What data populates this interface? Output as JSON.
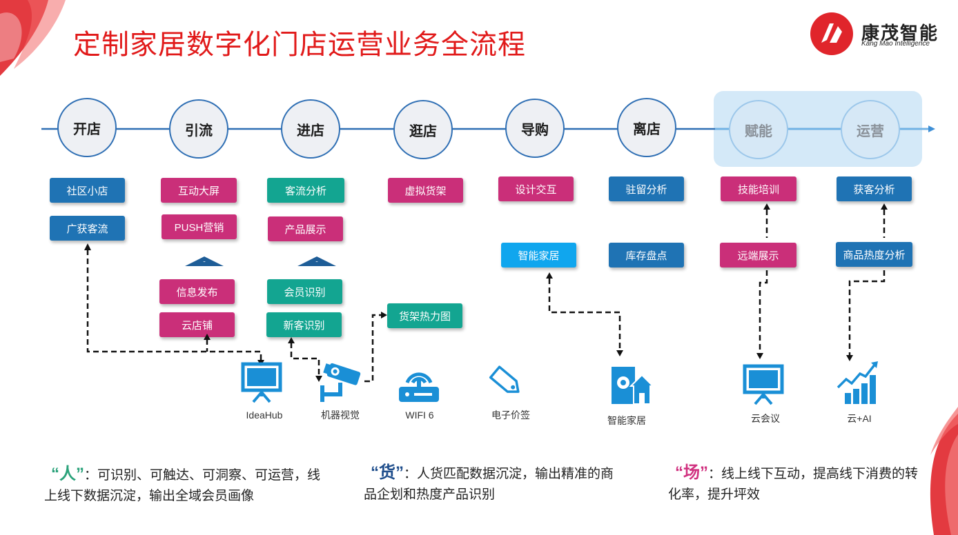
{
  "title": "定制家居数字化门店运营业务全流程",
  "logo": {
    "name": "康茂智能",
    "sub": "Kang Mao Intelligence"
  },
  "stages": [
    "开店",
    "引流",
    "进店",
    "逛店",
    "导购",
    "离店",
    "赋能",
    "运营"
  ],
  "tags": {
    "shequ": "社区小店",
    "guanghuo": "广获客流",
    "hudong": "互动大屏",
    "push": "PUSH营销",
    "xinxi": "信息发布",
    "yundian": "云店铺",
    "keliu": "客流分析",
    "chanpin": "产品展示",
    "huiyuan": "会员识别",
    "xinke": "新客识别",
    "huojia": "虚拟货架",
    "relitu": "货架热力图",
    "sheji": "设计交互",
    "zhineng": "智能家居",
    "zhuliu": "驻留分析",
    "kucun": "库存盘点",
    "jineng": "技能培训",
    "yuanduan": "远端展示",
    "huoke": "获客分析",
    "redu": "商品热度分析"
  },
  "icons": {
    "ideahub": "IdeaHub",
    "jiqi": "机器视觉",
    "wifi": "WIFI 6",
    "jiaqian": "电子价签",
    "zhinengjiaju": "智能家居",
    "yunhuiyi": "云会议",
    "yunai": "云+AI"
  },
  "summary": {
    "ren_quote": "“人”",
    "ren_text": "：可识别、可触达、可洞察、可运营，线上线下数据沉淀，输出全域会员画像",
    "huo_quote": "“货”",
    "huo_text": "：人货匹配数据沉淀，输出精准的商品企划和热度产品识别",
    "chang_quote": "“场”",
    "chang_text": "：线上线下互动，提高线下消费的转化率，提升坪效"
  },
  "colors": {
    "title": "#e11a1a",
    "flow_line": "#2f6fb4",
    "tag_blue": "#1f73b4",
    "tag_pink": "#ca2f79",
    "tag_teal": "#13a591",
    "tag_sky": "#10a6ee",
    "icon_blue": "#1a8fd6"
  }
}
